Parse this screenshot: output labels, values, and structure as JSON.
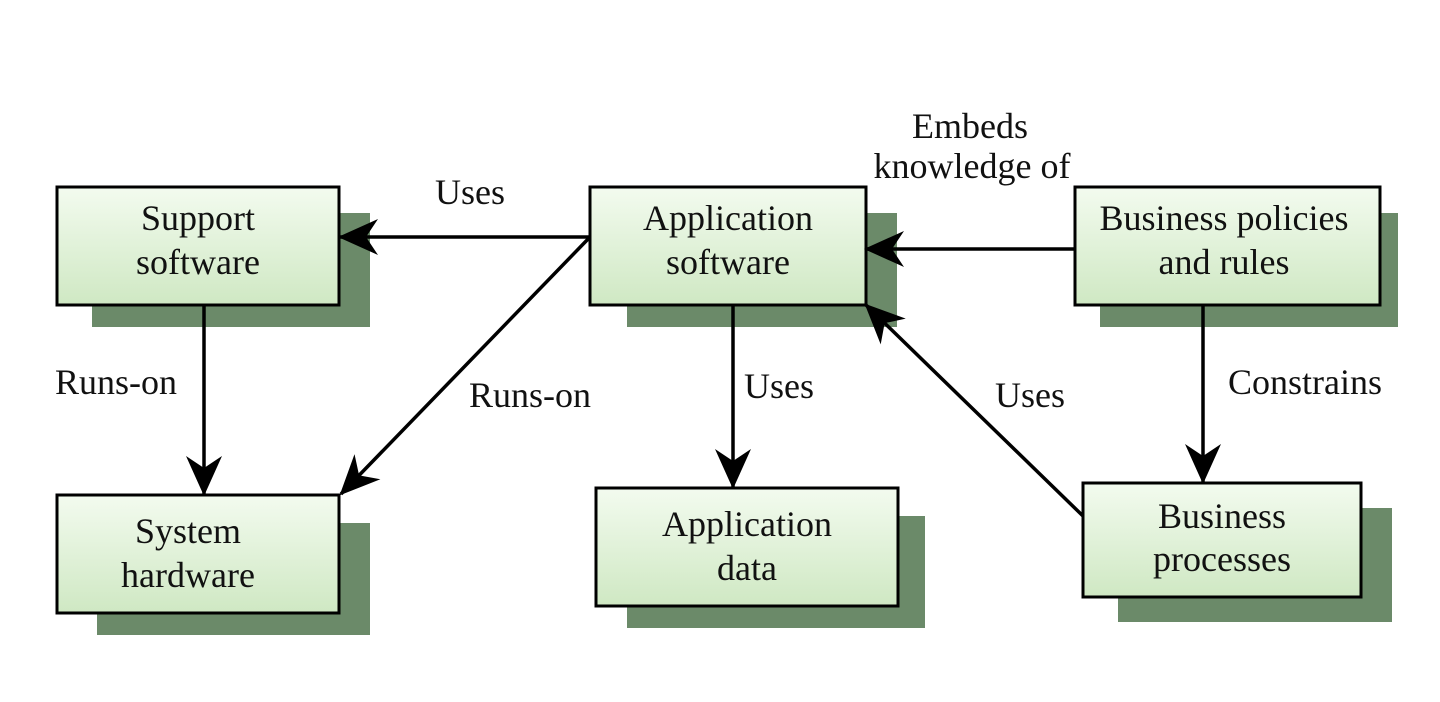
{
  "colors": {
    "box_fill_light": "#f3fbef",
    "box_fill_dark": "#cfe8c3",
    "shadow": "#6b8a69",
    "line": "#000000"
  },
  "nodes": {
    "support_software": [
      "Support",
      "software"
    ],
    "system_hardware": [
      "System",
      "hardware"
    ],
    "application_software": [
      "Application",
      "software"
    ],
    "application_data": [
      "Application",
      "data"
    ],
    "business_policies": [
      "Business policies",
      "and rules"
    ],
    "business_processes": [
      "Business",
      "processes"
    ]
  },
  "edges": {
    "uses_support": "Uses",
    "runs_on_support_hw": "Runs-on",
    "runs_on_app_hw": "Runs-on",
    "uses_app_data": "Uses",
    "embeds_line1": "Embeds",
    "embeds_line2": "knowledge of",
    "uses_processes": "Uses",
    "constrains": "Constrains"
  }
}
